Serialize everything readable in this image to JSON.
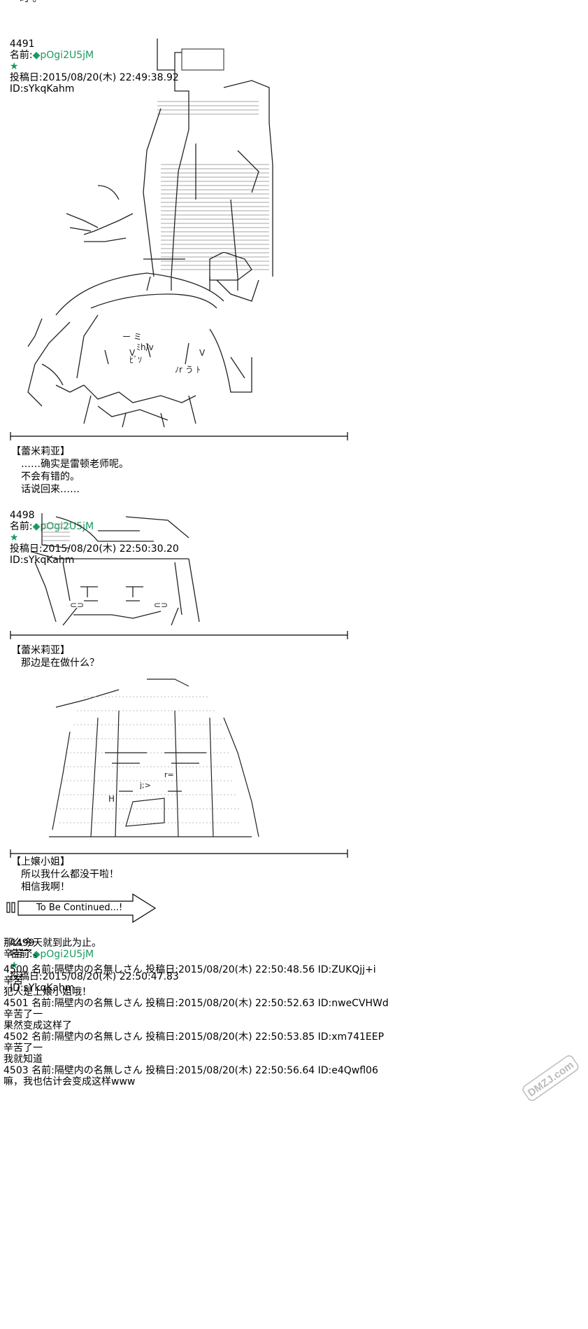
{
  "top_fragment": "时 。",
  "posts": [
    {
      "no": "4491",
      "name_label": "名前:",
      "trip": "◆pOgi2U5jM",
      "star": "★",
      "date_label": "投稿日:",
      "date": "2015/08/20(木) 22:49:38.92",
      "id": "ID:sYkqKahm"
    },
    {
      "no": "4498",
      "name_label": "名前:",
      "trip": "◆pOgi2U5jM",
      "star": "★",
      "date_label": "投稿日:",
      "date": "2015/08/20(木) 22:50:30.20",
      "id": "ID:sYkqKahm"
    },
    {
      "no": "4499",
      "name_label": "名前:",
      "trip": "◆pOgi2U5jM",
      "star": "★",
      "date_label": "投稿日:",
      "date": "2015/08/20(木) 22:50:47.83",
      "id": "ID:sYkqKahm"
    }
  ],
  "dialogue": [
    {
      "speaker": "【蕾米莉亚】",
      "lines": [
        "……确实是雷顿老师呢。",
        "不会有错的。",
        "话说回来……"
      ]
    },
    {
      "speaker": "【蕾米莉亚】",
      "lines": [
        "那边是在做什么？"
      ]
    },
    {
      "speaker": "【上嬢小姐】",
      "lines": [
        "所以我什么都没干啦！",
        "相信我啊！"
      ]
    }
  ],
  "to_be_continued": "To Be Continued...!",
  "closing": [
    "那么今天就到此为止。",
    "辛苦了。"
  ],
  "replies": [
    {
      "header": "4500 名前:隔壁内の名無しさん 投稿日:2015/08/20(木) 22:50:48.56 ID:ZUKQjj+i",
      "lines": [
        "辛苦",
        "犯人是上嬢小姐哦！"
      ]
    },
    {
      "header": "4501 名前:隔壁内の名無しさん 投稿日:2015/08/20(木) 22:50:52.63 ID:nweCVHWd",
      "lines": [
        "辛苦了一",
        "果然变成这样了"
      ]
    },
    {
      "header": "4502 名前:隔壁内の名無しさん 投稿日:2015/08/20(木) 22:50:53.85 ID:xm741EEP",
      "lines": [
        "辛苦了一",
        "我就知道"
      ]
    },
    {
      "header": "4503 名前:隔壁内の名無しさん 投稿日:2015/08/20(木) 22:50:56.64 ID:e4Qwfl06",
      "lines": [
        "嘛，我也估计会变成这样www"
      ]
    }
  ],
  "watermark": "DMZJ.com",
  "colors": {
    "trip": "#1a9a60",
    "text": "#000000",
    "background": "#ffffff"
  }
}
